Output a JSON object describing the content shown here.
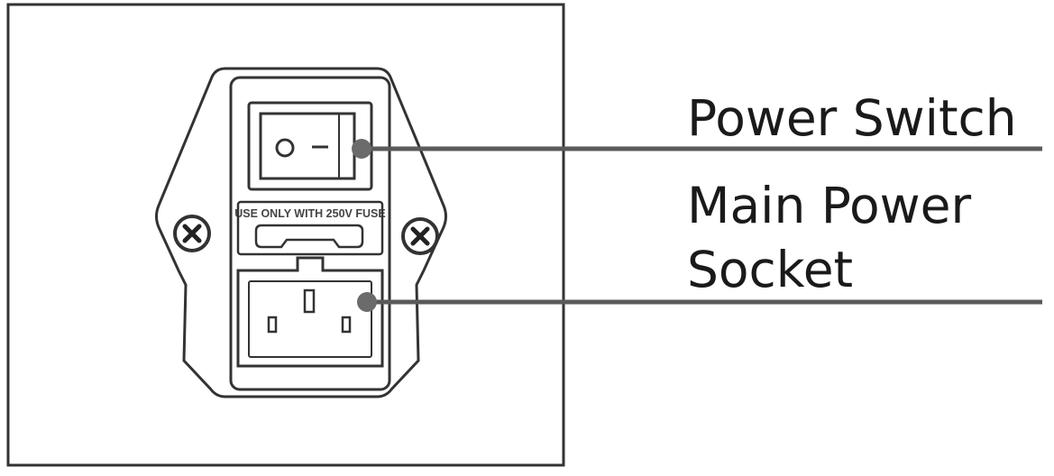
{
  "labels": {
    "power_switch": "Power Switch",
    "main_power_line1": "Main Power",
    "main_power_line2": "Socket"
  },
  "module": {
    "fuse_text": "USE ONLY WITH 250V FUSE",
    "switch_off_symbol": "O",
    "switch_on_symbol": "–"
  },
  "colors": {
    "outline": "#333333",
    "leader_line": "#5a5a5a",
    "callout_dot": "#6b6b6b",
    "label_text": "#1a1a1a"
  },
  "icons": {
    "left_screw": "screw-cross-icon",
    "right_screw": "screw-cross-icon"
  }
}
